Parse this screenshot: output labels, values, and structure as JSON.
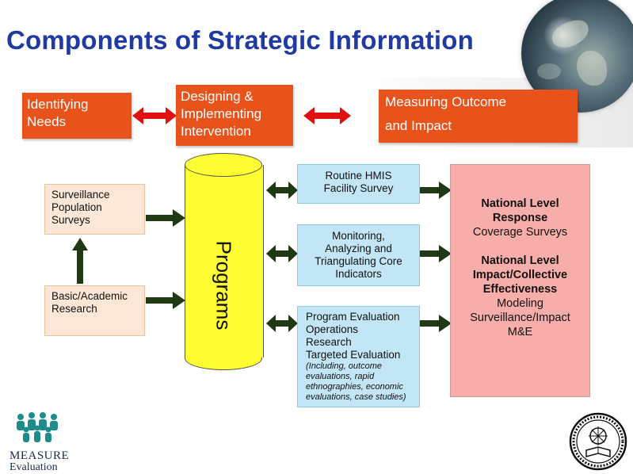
{
  "slide": {
    "title": "Components of Strategic Information"
  },
  "top_row": {
    "identifying": [
      "Identifying",
      "Needs"
    ],
    "designing": [
      "Designing &",
      "Implementing",
      "Intervention"
    ],
    "measuring": [
      "Measuring Outcome",
      "and Impact"
    ]
  },
  "left_boxes": {
    "surveillance": [
      "Surveillance",
      "Population",
      "Surveys"
    ],
    "research": [
      "Basic/Academic",
      "Research"
    ]
  },
  "cylinder": {
    "label": "Programs"
  },
  "middle_boxes": {
    "routine": [
      "Routine HMIS",
      "Facility Survey"
    ],
    "monitoring": [
      "Monitoring,",
      "Analyzing and",
      "Triangulating Core",
      "Indicators"
    ],
    "program_eval": [
      "Program Evaluation",
      "Operations",
      "Research",
      "Targeted Evaluation"
    ],
    "program_eval_note": [
      "(Including, outcome",
      "evaluations, rapid",
      "ethnographies, economic",
      "evaluations, case studies)"
    ]
  },
  "right_box": {
    "response_title": [
      "National Level",
      "Response"
    ],
    "response_sub": "Coverage Surveys",
    "impact_title": [
      "National Level",
      "Impact/Collective",
      "Effectiveness"
    ],
    "impact_sub": [
      "Modeling",
      "Surveillance/Impact",
      "M&E"
    ]
  },
  "logos": {
    "measure_line1": "MEASURE",
    "measure_line2": "Evaluation"
  },
  "colors": {
    "title": "#1f3aa0",
    "orange_box": "#e8521b",
    "red_arrow": "#e01010",
    "cylinder": "#ffff33",
    "green_arrow": "#1f3a12",
    "peach_box": "#fde7d6",
    "blue_box": "#c3e6f6",
    "pink_box": "#f7aeaa",
    "logo_teal": "#1e8c8c"
  }
}
